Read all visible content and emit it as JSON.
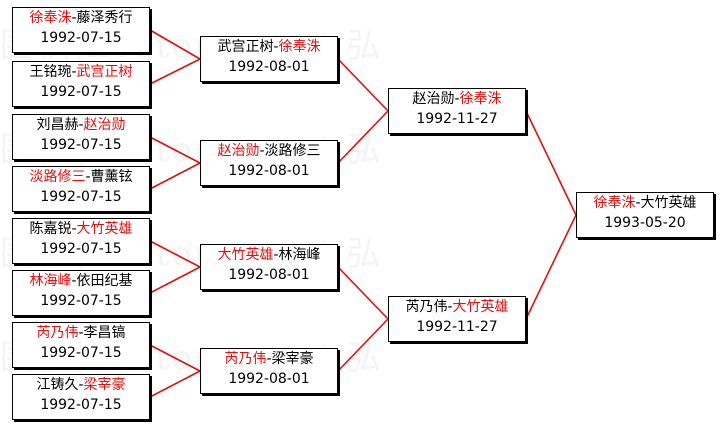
{
  "watermark": "(hoetom.com) 弘",
  "colors": {
    "winner": "#e01010",
    "line": "#e01010",
    "border": "#000000"
  },
  "bracket": {
    "round1": [
      {
        "p1": "徐奉洙",
        "p2": "藤泽秀行",
        "sep": "-",
        "winner": 1,
        "date": "1992-07-15"
      },
      {
        "p1": "王铭琬",
        "p2": "武宫正树",
        "sep": "-",
        "winner": 2,
        "date": "1992-07-15"
      },
      {
        "p1": "刘昌赫",
        "p2": "赵治勋",
        "sep": "-",
        "winner": 2,
        "date": "1992-07-15"
      },
      {
        "p1": "淡路修三",
        "p2": "曹薰铉",
        "sep": "-",
        "winner": 1,
        "date": "1992-07-15"
      },
      {
        "p1": "陈嘉锐",
        "p2": "大竹英雄",
        "sep": "-",
        "winner": 2,
        "date": "1992-07-15"
      },
      {
        "p1": "林海峰",
        "p2": "依田纪基",
        "sep": "-",
        "winner": 1,
        "date": "1992-07-15"
      },
      {
        "p1": "芮乃伟",
        "p2": "李昌镐",
        "sep": "-",
        "winner": 1,
        "date": "1992-07-15"
      },
      {
        "p1": "江铸久",
        "p2": "梁宰豪",
        "sep": "-",
        "winner": 2,
        "date": "1992-07-15"
      }
    ],
    "round2": [
      {
        "p1": "武宫正树",
        "p2": "徐奉洙",
        "sep": "-",
        "winner": 2,
        "date": "1992-08-01"
      },
      {
        "p1": "赵治勋",
        "p2": "淡路修三",
        "sep": "-",
        "winner": 1,
        "date": "1992-08-01"
      },
      {
        "p1": "大竹英雄",
        "p2": "林海峰",
        "sep": "-",
        "winner": 1,
        "date": "1992-08-01"
      },
      {
        "p1": "芮乃伟",
        "p2": "梁宰豪",
        "sep": "-",
        "winner": 1,
        "date": "1992-08-01"
      }
    ],
    "round3": [
      {
        "p1": "赵治勋",
        "p2": "徐奉洙",
        "sep": "-",
        "winner": 2,
        "date": "1992-11-27"
      },
      {
        "p1": "芮乃伟",
        "p2": "大竹英雄",
        "sep": "-",
        "winner": 2,
        "date": "1992-11-27"
      }
    ],
    "final": [
      {
        "p1": "徐奉洙",
        "p2": "大竹英雄",
        "sep": "-",
        "winner": 1,
        "date": "1993-05-20"
      }
    ]
  }
}
